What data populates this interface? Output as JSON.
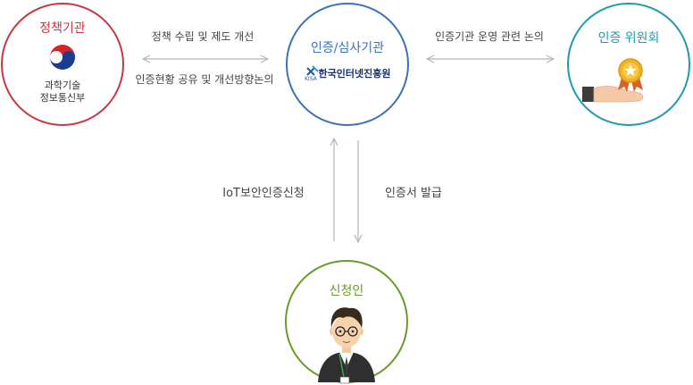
{
  "nodes": {
    "policy": {
      "title": "정책기관",
      "org_line1": "과학기술",
      "org_line2": "정보통신부",
      "color": "#c8393f"
    },
    "cert": {
      "title": "인증/심사기관",
      "logo_abbr": "KISA",
      "logo_text": "한국인터넷진흥원",
      "color": "#3a73b8"
    },
    "committee": {
      "title": "인증 위원회",
      "color": "#1f9ab0"
    },
    "applicant": {
      "title": "신청인",
      "color": "#6a9a2a"
    }
  },
  "edges": {
    "policy_cert_top": "정책 수립 및 제도 개선",
    "policy_cert_bottom": "인증현황 공유 및 개선방향논의",
    "cert_committee": "인증기관 운영 관련 논의",
    "applicant_to_cert": "IoT보안인증신청",
    "cert_to_applicant": "인증서 발급"
  },
  "colors": {
    "arrow": "#b5b5b5",
    "text": "#444444"
  },
  "icons": {
    "policy": "government-emblem-icon",
    "committee": "award-hand-icon",
    "applicant": "person-avatar-icon"
  }
}
